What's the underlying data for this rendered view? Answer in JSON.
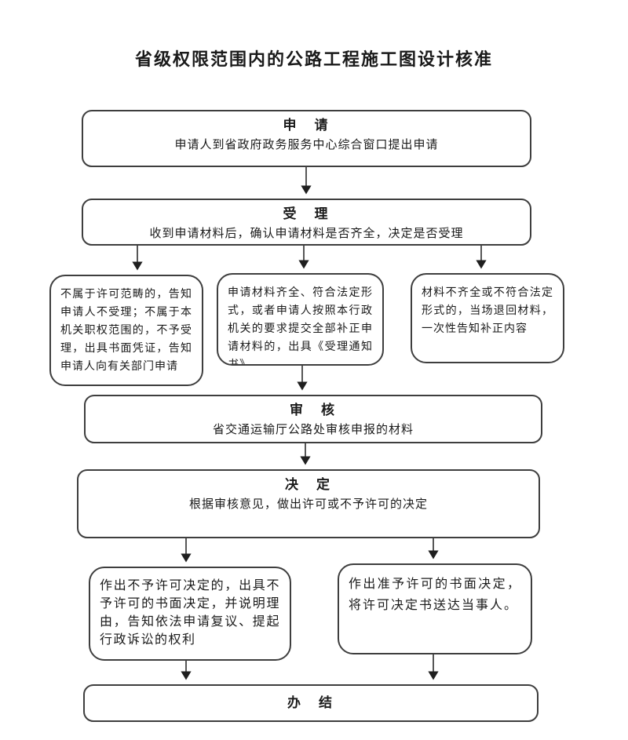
{
  "page_title": "省级权限范围内的公路工程施工图设计核准",
  "colors": {
    "box_border": "#3e3e3e",
    "arrow_line": "#1f1f1f",
    "background": "#ffffff",
    "text": "#1a1a1a"
  },
  "steps": {
    "apply": {
      "title": "申　请",
      "desc": "申请人到省政府政务服务中心综合窗口提出申请"
    },
    "accept": {
      "title": "受　理",
      "desc": "收到申请材料后，确认申请材料是否齐全，决定是否受理"
    },
    "branch_not_in_scope": {
      "text": "不属于许可范畴的，告知申请人不受理；不属于本机关职权范围的，不予受理，出具书面凭证，告知申请人向有关部门申请"
    },
    "branch_complete": {
      "text": "申请材料齐全、符合法定形式，或者申请人按照本行政机关的要求提交全部补正申请材料的，出具《受理通知书》"
    },
    "branch_incomplete": {
      "text": "材料不齐全或不符合法定形式的，当场退回材料，一次性告知补正内容"
    },
    "review": {
      "title": "审　核",
      "desc": "省交通运输厅公路处审核申报的材料"
    },
    "decide": {
      "title": "决　定",
      "desc": "根据审核意见，做出许可或不予许可的决定"
    },
    "deny": {
      "text": "作出不予许可决定的，出具不予许可的书面决定，并说明理由，告知依法申请复议、提起行政诉讼的权利"
    },
    "grant": {
      "text": "作出准予许可的书面决定，将许可决定书送达当事人。"
    },
    "finish": {
      "title": "办　结"
    }
  }
}
